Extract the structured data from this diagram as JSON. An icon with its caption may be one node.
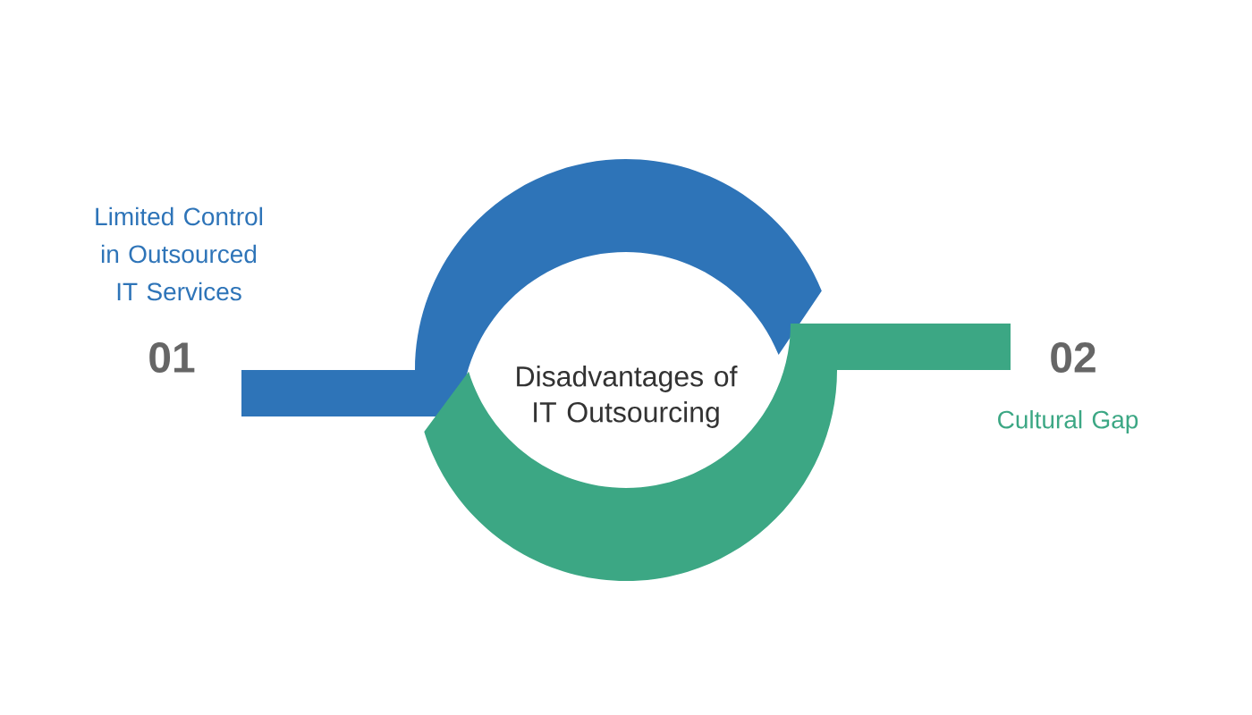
{
  "diagram": {
    "nodes": [
      {
        "text": [
          "Disadvantages of IT Outsourcing"
        ]
      }
    ],
    "labels": [
      "Limited Control in Outsourced IT Services",
      "01",
      "02",
      "Cultural Gap"
    ]
  }
}
